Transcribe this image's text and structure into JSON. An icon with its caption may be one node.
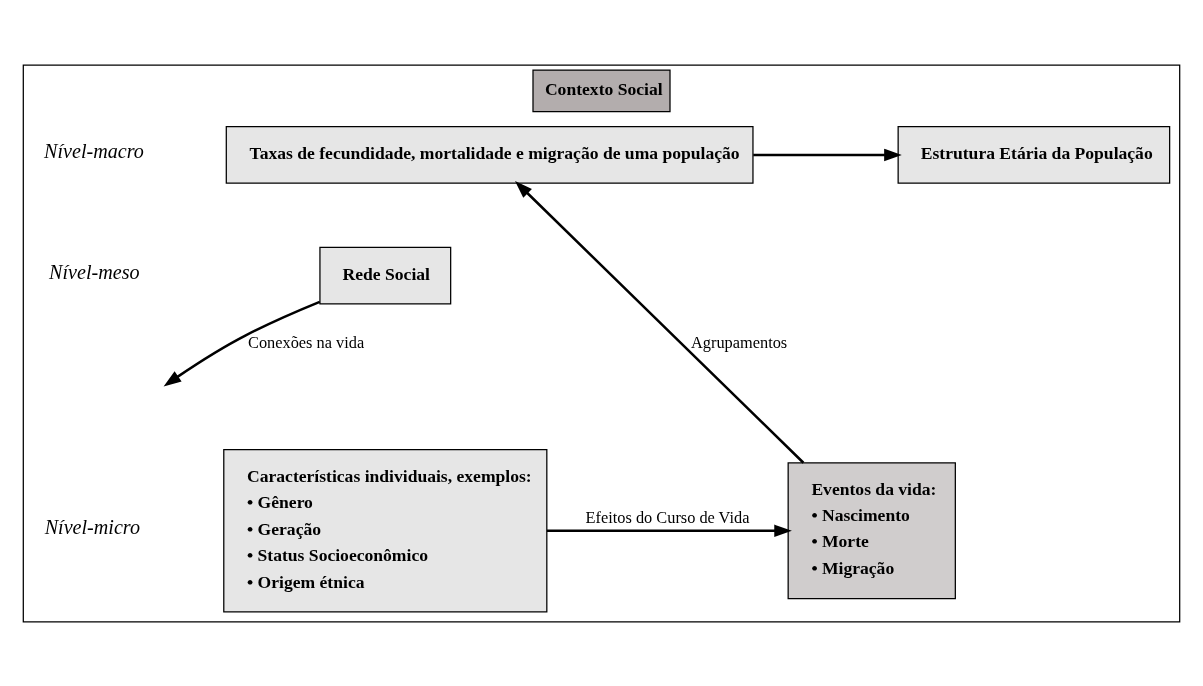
{
  "diagram": {
    "nodes": [
      {
        "text": [
          "Contexto Social"
        ]
      },
      {
        "text": [
          "Taxas de fecundidade, mortalidade e migração de uma população"
        ],
        "in": 0
      },
      {
        "text": [
          "Estrutura Etária da População"
        ],
        "in": 0
      },
      {
        "text": [
          "Rede Social"
        ],
        "in": 0
      },
      {
        "text": [
          "Características individuais, exemplos:",
          "• Gênero",
          "• Geração",
          "• Status Socioeconômico",
          "• Origem étnica"
        ],
        "in": 0
      },
      {
        "text": [
          "Eventos da vida:",
          "• Nascimento",
          "• Morte",
          "• Migração"
        ],
        "in": 0
      }
    ],
    "edges": [
      {
        "from": 1,
        "to": 2,
        "arrow": "to"
      },
      {
        "from": 5,
        "to": 1,
        "arrow": "to",
        "label": "Agrupamentos"
      },
      {
        "from": 3,
        "to": null,
        "arrow": "to",
        "label": "Conexões na vida"
      },
      {
        "from": 4,
        "to": 5,
        "arrow": "to",
        "label": "Efeitos do Curso de Vida"
      }
    ],
    "labels": [
      "Nível-macro",
      "Nível-meso",
      "Nível-micro"
    ]
  }
}
